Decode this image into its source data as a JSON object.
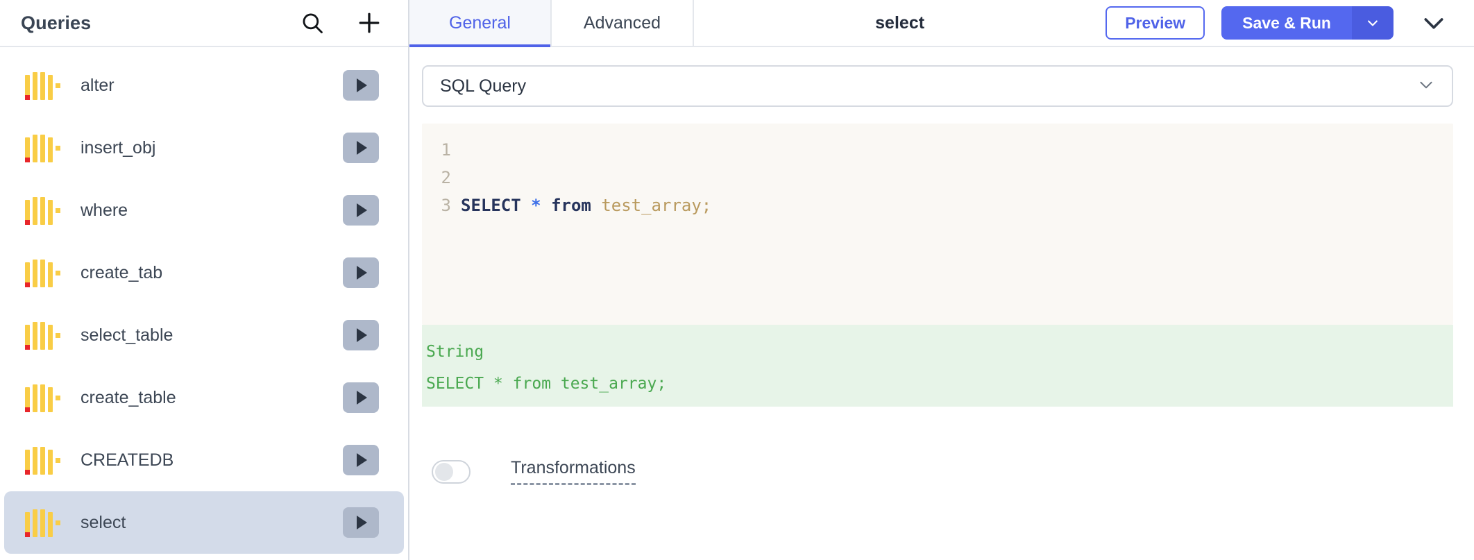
{
  "sidebar": {
    "title": "Queries",
    "search_icon": "search-icon",
    "add_icon": "plus-icon",
    "items": [
      {
        "label": "alter",
        "icon": "query-bars-icon",
        "run_icon": "play-icon",
        "selected": false
      },
      {
        "label": "insert_obj",
        "icon": "query-bars-icon",
        "run_icon": "play-icon",
        "selected": false
      },
      {
        "label": "where",
        "icon": "query-bars-icon",
        "run_icon": "play-icon",
        "selected": false
      },
      {
        "label": "create_tab",
        "icon": "query-bars-icon",
        "run_icon": "play-icon",
        "selected": false
      },
      {
        "label": "select_table",
        "icon": "query-bars-icon",
        "run_icon": "play-icon",
        "selected": false
      },
      {
        "label": "create_table",
        "icon": "query-bars-icon",
        "run_icon": "play-icon",
        "selected": false
      },
      {
        "label": "CREATEDB",
        "icon": "query-bars-icon",
        "run_icon": "play-icon",
        "selected": false
      },
      {
        "label": "select",
        "icon": "query-bars-icon",
        "run_icon": "play-icon",
        "selected": true
      }
    ]
  },
  "topbar": {
    "tabs": [
      {
        "label": "General",
        "active": true
      },
      {
        "label": "Advanced",
        "active": false
      }
    ],
    "title": "select",
    "preview_label": "Preview",
    "save_run_label": "Save & Run",
    "save_run_caret_icon": "chevron-down-icon",
    "collapse_icon": "chevron-down-icon"
  },
  "content": {
    "query_type_select": {
      "value": "SQL Query",
      "caret_icon": "chevron-down-icon"
    },
    "editor": {
      "line_numbers": [
        "1",
        "2",
        "3"
      ],
      "code_line_1": {
        "keyword": "SELECT",
        "star": "*",
        "from": "from",
        "identifier": "test_array;"
      },
      "cursor_line": 3
    },
    "result": {
      "type_label": "String",
      "value": "SELECT * from test_array;"
    },
    "transformations": {
      "label": "Transformations",
      "enabled": false
    }
  },
  "colors": {
    "accent_blue": "#5468ef",
    "tab_active_text": "#4f62e8",
    "selected_row_bg": "#d3dbe9",
    "play_btn_bg": "#aeb8ca",
    "icon_yellow": "#f9cd46",
    "icon_red": "#e8262a",
    "editor_bg": "#faf8f4",
    "result_bg": "#e7f4e8",
    "result_text": "#49a84f",
    "code_keyword": "#26345c",
    "code_star": "#3a6ee8",
    "code_identifier": "#b99a5e"
  }
}
